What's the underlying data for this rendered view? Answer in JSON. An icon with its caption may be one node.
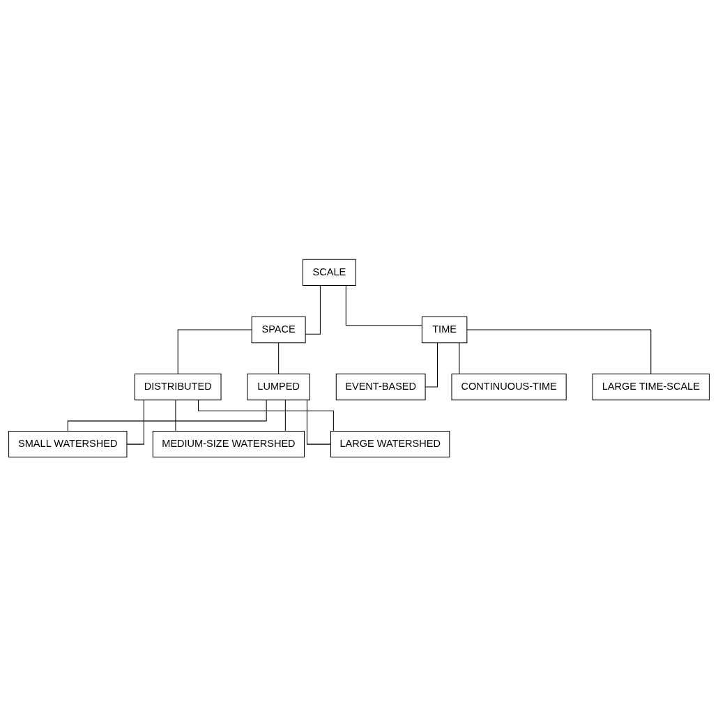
{
  "diagram": {
    "nodes": [
      {
        "text": [
          "SCALE"
        ]
      },
      {
        "text": [
          "SPACE"
        ]
      },
      {
        "text": [
          "TIME"
        ]
      },
      {
        "text": [
          "EVENT-BASED"
        ]
      },
      {
        "text": [
          "CONTINUOUS-TIME"
        ]
      },
      {
        "text": [
          "LARGE TIME-SCALE"
        ]
      },
      {
        "text": [
          "DISTRIBUTED"
        ]
      },
      {
        "text": [
          "LUMPED"
        ]
      },
      {
        "text": [
          "SMALL WATERSHED"
        ]
      },
      {
        "text": [
          "MEDIUM-SIZE WATERSHED"
        ]
      },
      {
        "text": [
          "LARGE WATERSHED"
        ]
      }
    ],
    "edges": [
      {
        "from": 0,
        "to": 1,
        "arrow": "none"
      },
      {
        "from": 0,
        "to": 2,
        "arrow": "none"
      },
      {
        "from": 2,
        "to": 3,
        "arrow": "none"
      },
      {
        "from": 2,
        "to": 4,
        "arrow": "none"
      },
      {
        "from": 2,
        "to": 5,
        "arrow": "none"
      },
      {
        "from": 1,
        "to": 6,
        "arrow": "none"
      },
      {
        "from": 1,
        "to": 7,
        "arrow": "none"
      },
      {
        "from": 6,
        "to": 8,
        "arrow": "none"
      },
      {
        "from": 6,
        "to": 9,
        "arrow": "none"
      },
      {
        "from": 6,
        "to": 10,
        "arrow": "none"
      },
      {
        "from": 7,
        "to": 8,
        "arrow": "none"
      },
      {
        "from": 7,
        "to": 9,
        "arrow": "none"
      },
      {
        "from": 7,
        "to": 10,
        "arrow": "none"
      }
    ]
  }
}
